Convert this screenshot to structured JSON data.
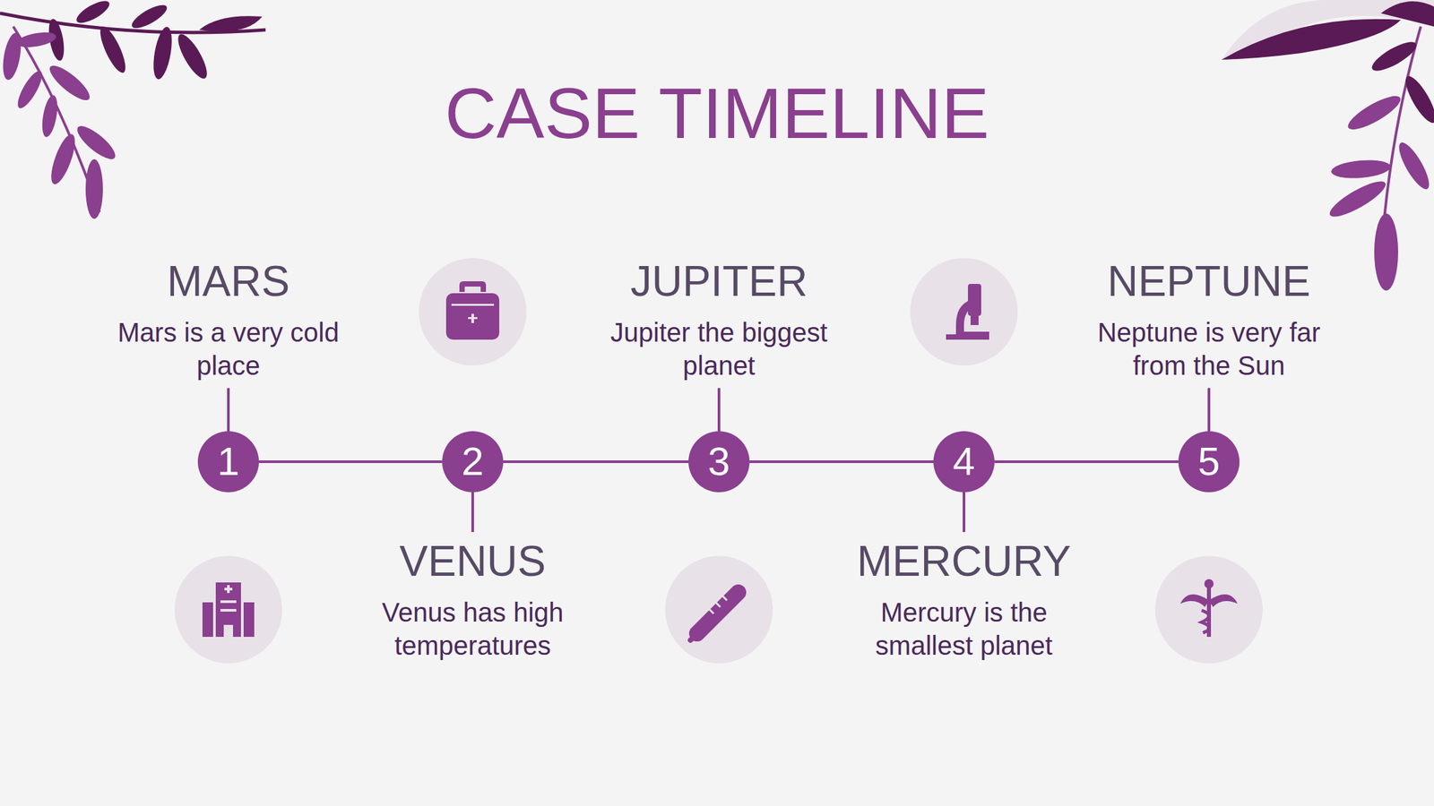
{
  "diagram": {
    "title": "CASE TIMELINE",
    "nodes": [
      {
        "text": [
          "1"
        ]
      },
      {
        "text": [
          "2"
        ]
      },
      {
        "text": [
          "3"
        ]
      },
      {
        "text": [
          "4"
        ]
      },
      {
        "text": [
          "5"
        ]
      }
    ],
    "edges": [
      {
        "from": 0,
        "to": 1,
        "arrow": "none"
      },
      {
        "from": 1,
        "to": 2,
        "arrow": "none"
      },
      {
        "from": 2,
        "to": 3,
        "arrow": "none"
      },
      {
        "from": 3,
        "to": 4,
        "arrow": "none"
      }
    ],
    "labels": [
      "MARS",
      "Mars is a very cold place",
      "JUPITER",
      "Jupiter the biggest planet",
      "NEPTUNE",
      "Neptune is very far from the Sun",
      "VENUS",
      "Venus has high temperatures",
      "MERCURY",
      "Mercury is the smallest planet"
    ]
  }
}
